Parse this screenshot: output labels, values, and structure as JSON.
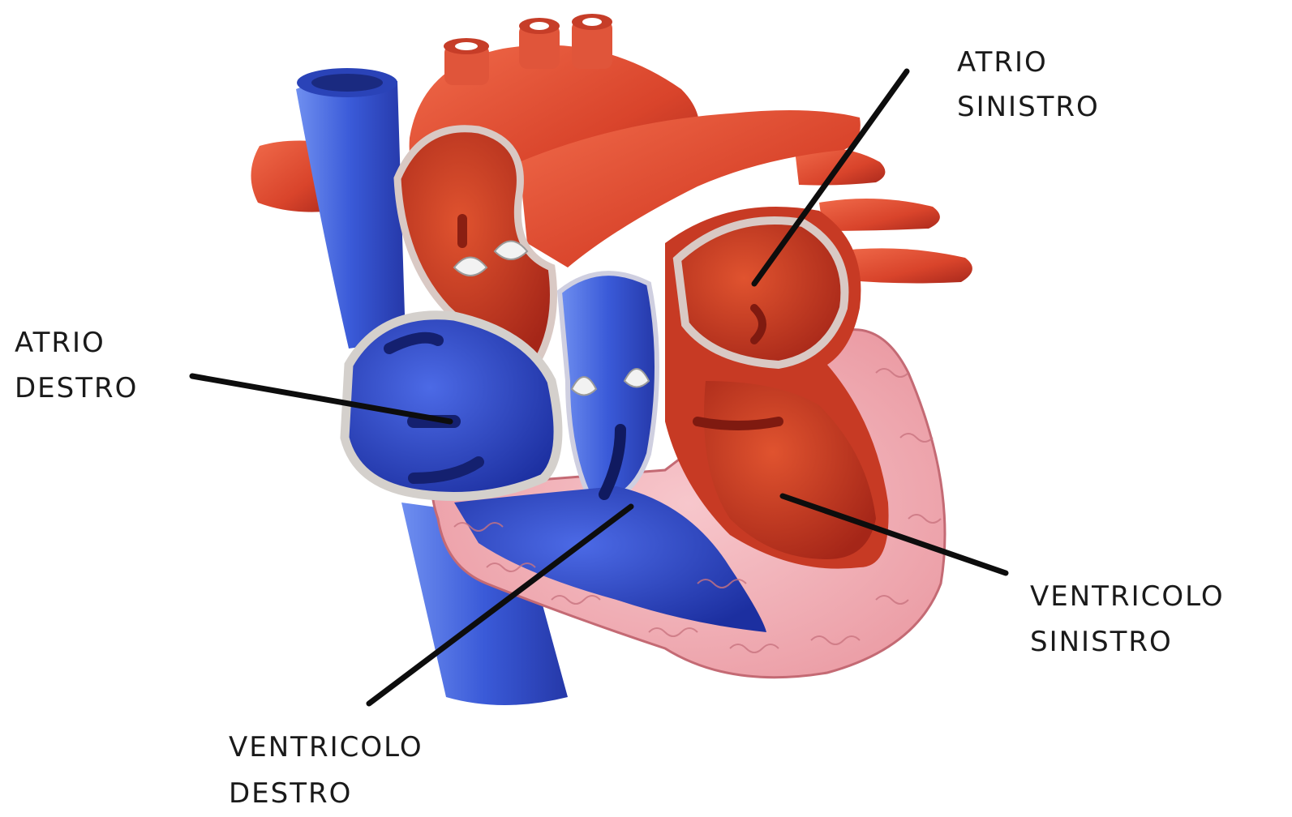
{
  "labels": {
    "atrio_sinistro": [
      "ATRIO",
      "SINISTRO"
    ],
    "atrio_destro": [
      "ATRIO",
      "DESTRO"
    ],
    "ventricolo_sinistro": [
      "VENTRICOLO",
      "SINISTRO"
    ],
    "ventricolo_destro": [
      "VENTRICOLO",
      "DESTRO"
    ]
  },
  "colors": {
    "oxygenated": "#d9442b",
    "deoxygenated": "#2f4fd0",
    "myocardium": "#f2b2b8",
    "leader_line": "#0d0d0d"
  }
}
